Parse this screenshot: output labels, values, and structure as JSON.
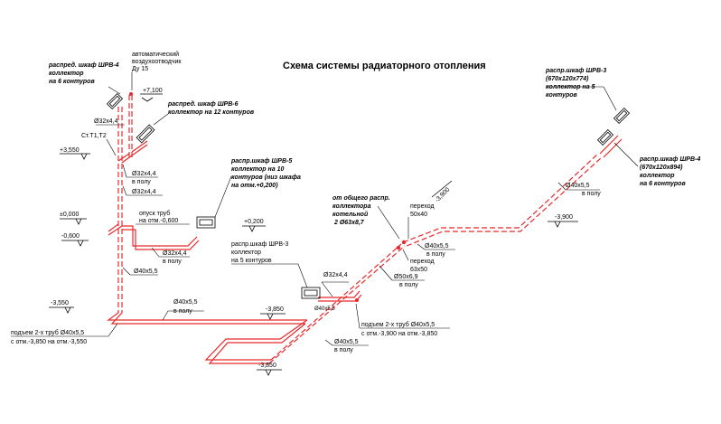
{
  "title": "Схема системы радиаторного отопления",
  "labels": {
    "shrv4_left": [
      "распред. шкаф ШРВ-4",
      "коллектор",
      "на 6 контуров"
    ],
    "air_vent": [
      "автоматический",
      "воздухоотводчик",
      "Ду 15"
    ],
    "el_7100": "+7,100",
    "shrv6": [
      "распред. шкаф ШРВ-6",
      "коллектор на 12 контуров"
    ],
    "d32_top": "Ø32х4,4",
    "st_t1t2": "Ст.Т1,Т2",
    "el_3550": "+3,550",
    "d32_floor_a": [
      "Ø32х4,4",
      "в полу"
    ],
    "d32_b": "Ø32х4,4",
    "shrv5": [
      "распр.шкаф ШРВ-5",
      "коллектор на 10",
      "контуров (низ шкафа",
      "на отм.+0,200)"
    ],
    "el_0000": "±0,000",
    "drop": [
      "опуск труб",
      "на отм.-0,600"
    ],
    "el_0200": "+0,200",
    "el_m0600": "-0,600",
    "d32_floor_b": [
      "Ø32х4,4",
      "в полу"
    ],
    "d40_left": "Ø40х5,5",
    "shrv3_mid": [
      "распр.шкаф ШРВ-3",
      "коллектор",
      "на 5 контуров"
    ],
    "d32_mid": "Ø32х4,4",
    "d40_small": "Ø40х5,5",
    "el_m3550": "-3,550",
    "d40_floor_left": [
      "Ø40х5,5",
      "в полу"
    ],
    "el_m3850_a": "-3,850",
    "rise_left": [
      "подъем 2-х труб Ø40х5,5",
      "с отм.-3,850 на отм.-3,550"
    ],
    "rise_mid": [
      "подъем 2-х труб Ø40х5,5",
      "с отм.-3,900 на отм.-3,850"
    ],
    "d40_floor_bottom": [
      "Ø40х5,5",
      "в полу"
    ],
    "el_m3850_b": "-3,850",
    "from_boiler": [
      "от общего распр.",
      "коллектора",
      "котельной",
      "2 Ø63х8,7"
    ],
    "trans_a": [
      "переход",
      "50х40"
    ],
    "trans_b": [
      "переход",
      "63х50"
    ],
    "d40_floor_mid": [
      "Ø40х5,5",
      "в полу"
    ],
    "d50_floor": [
      "Ø50х6,9",
      "в полу"
    ],
    "el_m3900_a": "-3,900",
    "el_m3900_b": "-3,900",
    "shrv3_right": [
      "распр.шкаф ШРВ-3",
      "(670х120х774)",
      "коллектор на 5",
      "контуров"
    ],
    "shrv4_right": [
      "распр.шкаф ШРВ-4",
      "(670х120х894)",
      "коллектор",
      "на 6 контуров"
    ],
    "d40_floor_right": [
      "Ø40х5,5",
      "в полу"
    ]
  },
  "colors": {
    "pipe": "#e8292b",
    "lines": "#000000"
  }
}
